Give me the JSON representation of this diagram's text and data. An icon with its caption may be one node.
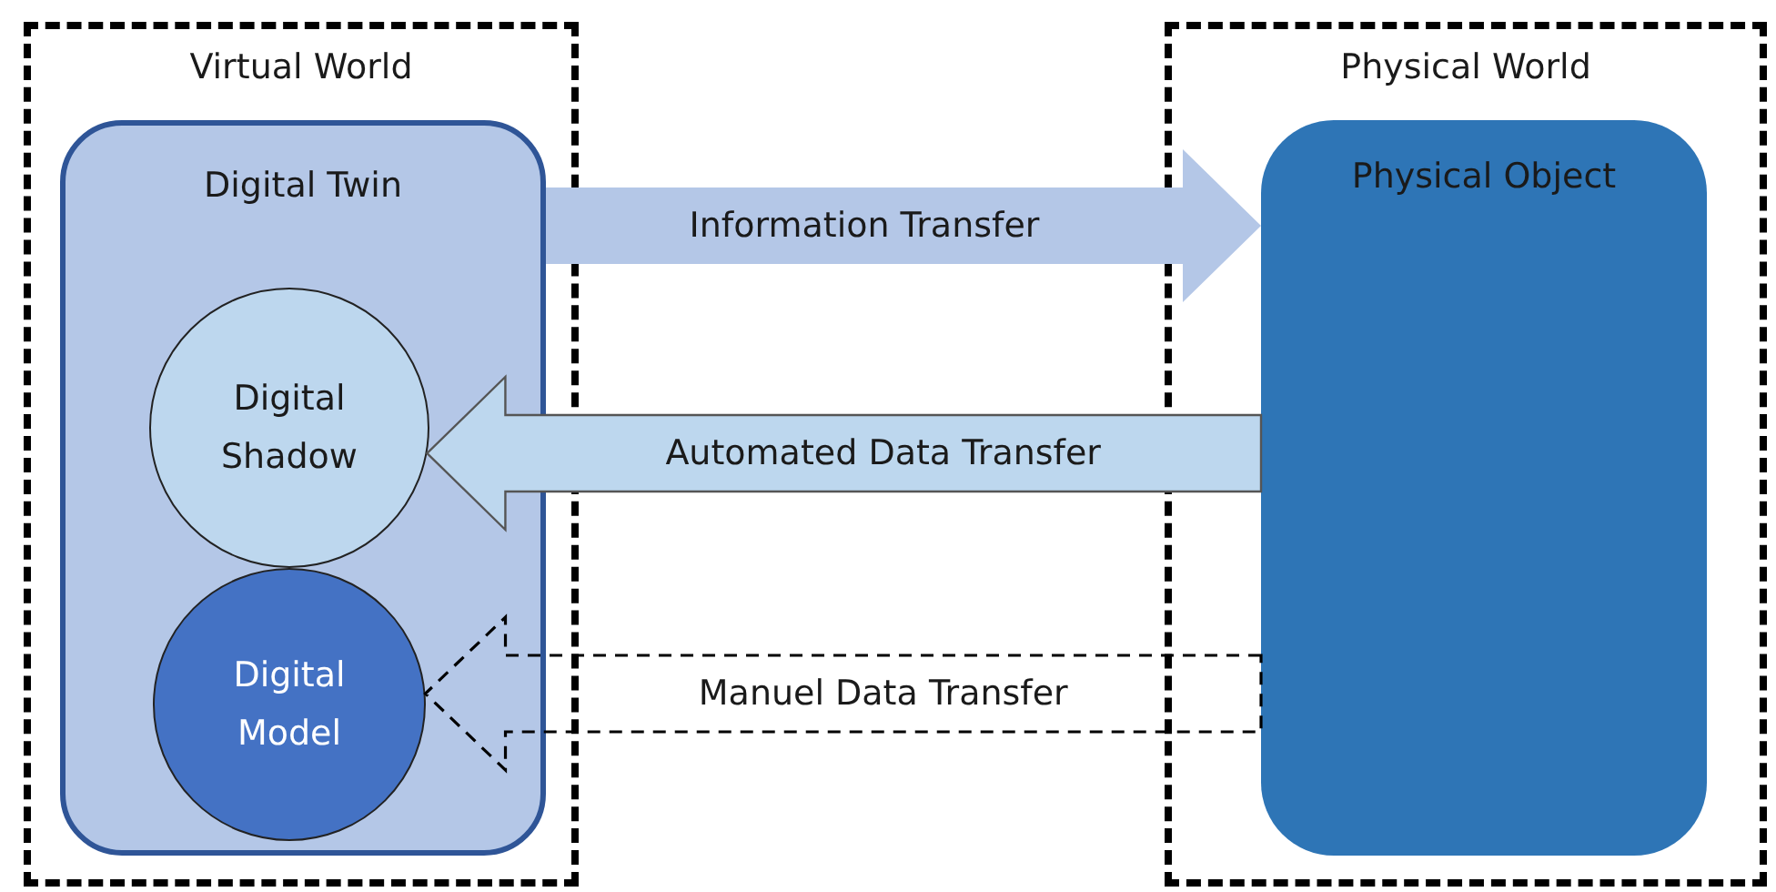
{
  "diagram": {
    "nodes": [
      {
        "text": [
          "Virtual World"
        ]
      },
      {
        "text": [
          "Digital Twin"
        ],
        "in": 0
      },
      {
        "text": [
          "Digital Shadow"
        ],
        "in": 1
      },
      {
        "text": [
          "Digital Model"
        ],
        "in": 1
      },
      {
        "text": [
          "Physical World"
        ]
      },
      {
        "text": [
          "Physical Object"
        ],
        "in": 4
      }
    ],
    "edges": [
      {
        "from": 1,
        "to": 5,
        "arrow": "to",
        "label": "Information Transfer"
      },
      {
        "from": 5,
        "to": 2,
        "arrow": "to",
        "label": "Automated Data Transfer"
      },
      {
        "from": 5,
        "to": 3,
        "arrow": "to",
        "label": "Manuel Data Transfer",
        "style": "dashed"
      }
    ]
  }
}
